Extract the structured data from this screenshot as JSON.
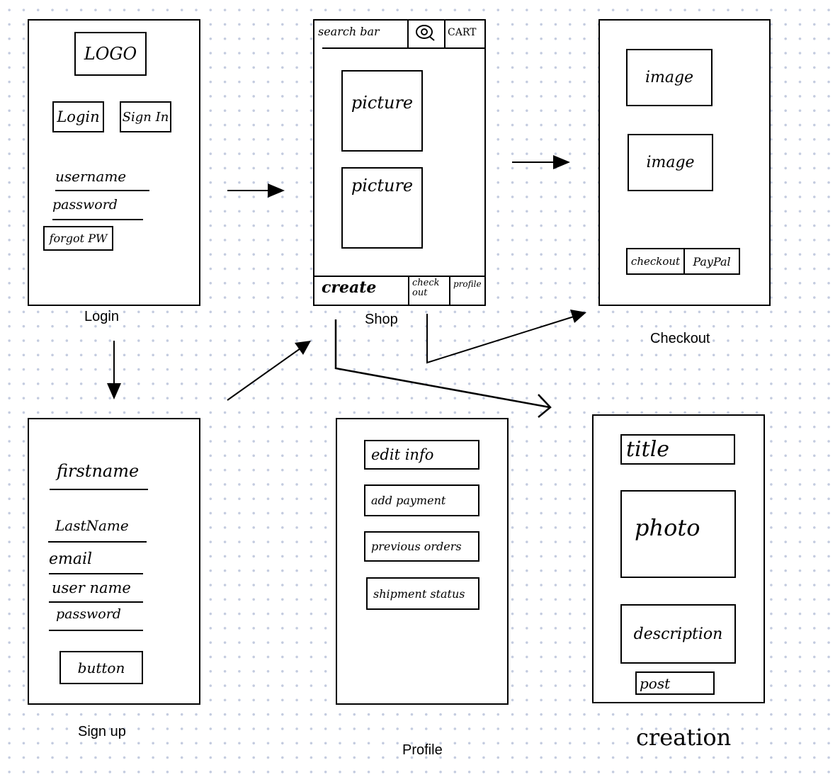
{
  "login": {
    "logo": "LOGO",
    "login_button": "Login",
    "sign_in_button": "Sign In",
    "username_field": "username",
    "password_field": "password",
    "forgot_button": "forgot PW",
    "caption": "Login"
  },
  "shop": {
    "search_bar": "search bar",
    "cart_button": "CART",
    "pictures": [
      "picture",
      "picture"
    ],
    "create_tab": "create",
    "checkout_tab": "check out",
    "profile_tab": "profile",
    "caption": "Shop"
  },
  "checkout": {
    "images": [
      "image",
      "image"
    ],
    "checkout_button": "checkout",
    "paypal_button": "PayPal",
    "caption": "Checkout"
  },
  "signup": {
    "firstname_field": "firstname",
    "lastname_field": "LastName",
    "email_field": "email",
    "username_field": "user name",
    "password_field": "password",
    "submit_button": "button",
    "caption": "Sign up"
  },
  "profile": {
    "edit_info_button": "edit info",
    "add_payment_button": "add payment",
    "previous_orders_button": "previous orders",
    "shipment_status_button": "shipment status",
    "caption": "Profile"
  },
  "creation": {
    "title_field": "title",
    "photo_box": "photo",
    "description_field": "description",
    "post_button": "post",
    "caption": "creation"
  }
}
